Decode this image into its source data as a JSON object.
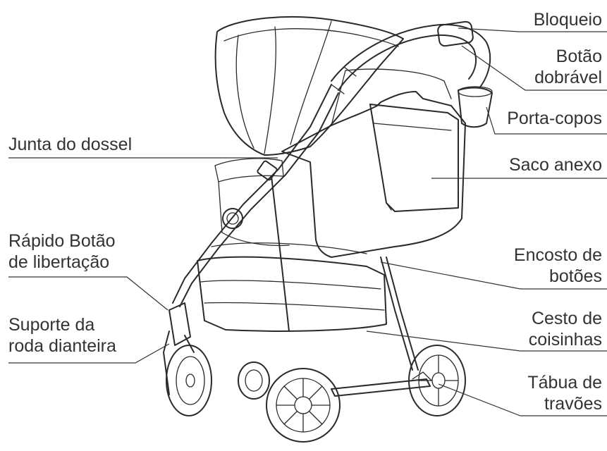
{
  "labels": {
    "bloqueio": "Bloqueio",
    "botao_dobravel": [
      "Botão",
      "dobrável"
    ],
    "porta_copos": "Porta-copos",
    "junta_dossel": "Junta do dossel",
    "saco_anexo": "Saco anexo",
    "rapido_botao": [
      "Rápido Botão",
      "de libertação"
    ],
    "encosto_botoes": [
      "Encosto de",
      "botões"
    ],
    "suporte_roda": [
      "Suporte da",
      "roda dianteira"
    ],
    "cesto_coisinhas": [
      "Cesto de",
      "coisinhas"
    ],
    "tabua_travoes": [
      "Tábua de",
      "travões"
    ]
  },
  "colors": {
    "text": "#333333",
    "line": "#2a2a2a",
    "background": "#ffffff"
  },
  "illustration": "stroller-line-drawing"
}
